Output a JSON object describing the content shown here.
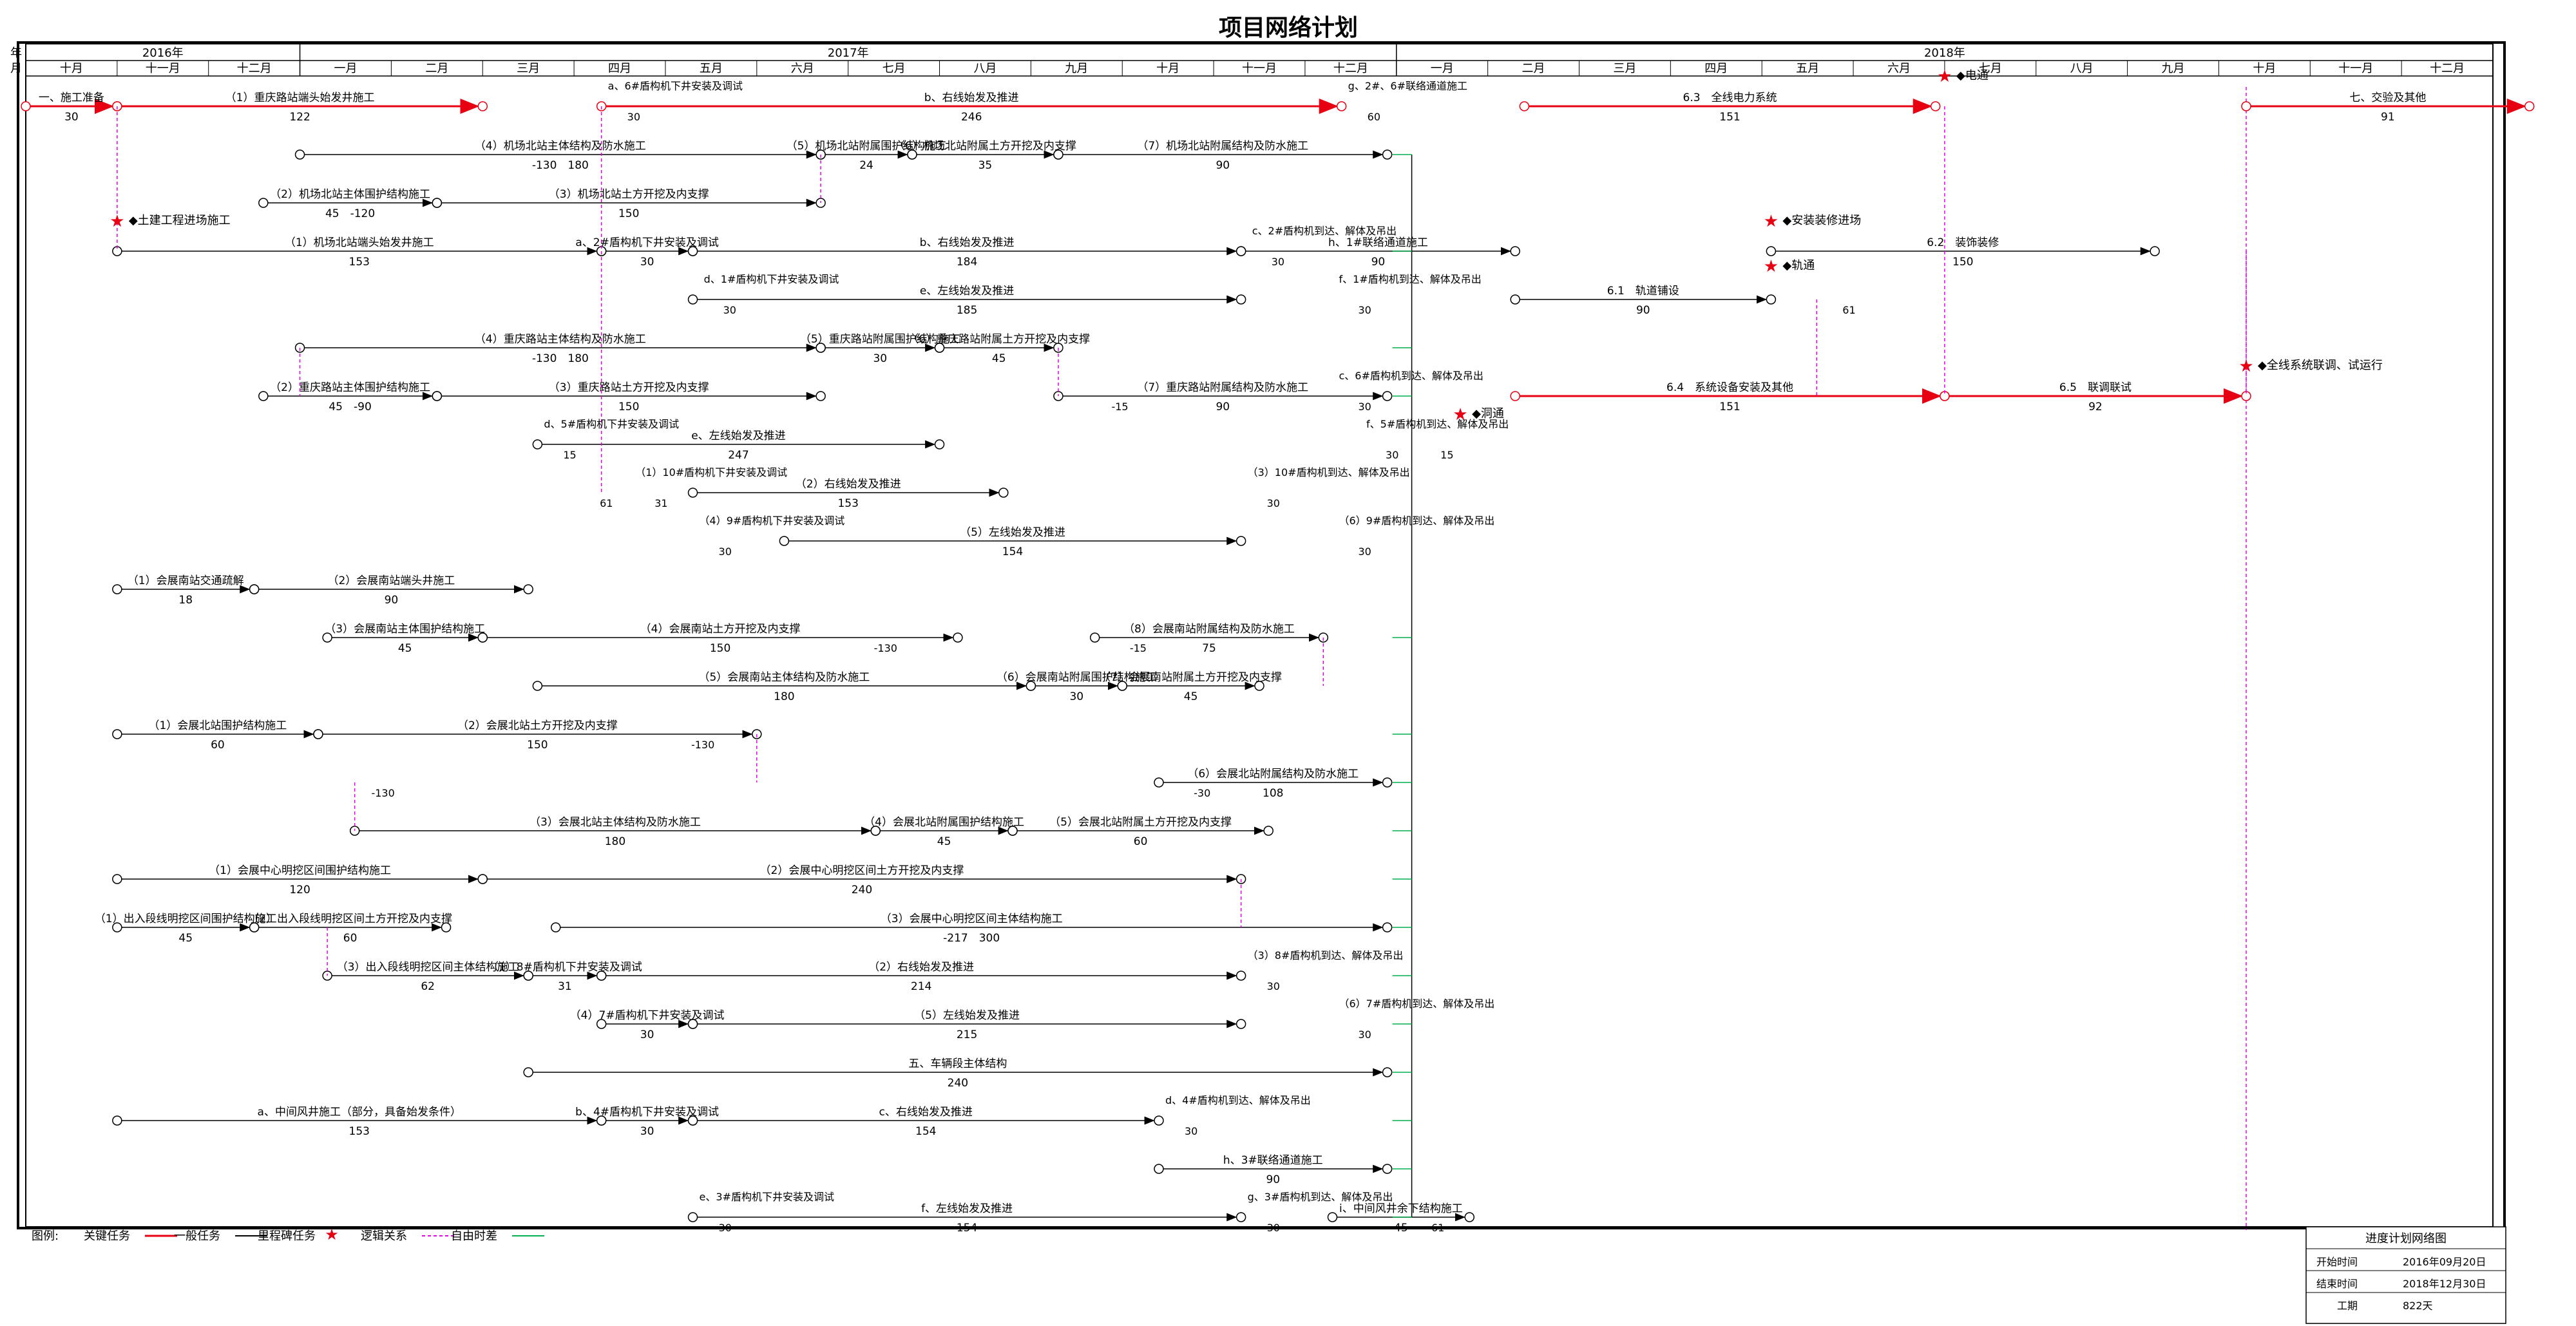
{
  "title": "项目网络计划",
  "timeline": {
    "year_label": "年",
    "month_label": "月",
    "years": [
      {
        "label": "2016年",
        "months": 3
      },
      {
        "label": "2017年",
        "months": 12
      },
      {
        "label": "2018年",
        "months": 12
      }
    ],
    "months": [
      "十月",
      "十一月",
      "十二月",
      "一月",
      "二月",
      "三月",
      "四月",
      "五月",
      "六月",
      "七月",
      "八月",
      "九月",
      "十月",
      "十一月",
      "十二月",
      "一月",
      "二月",
      "三月",
      "四月",
      "五月",
      "六月",
      "七月",
      "八月",
      "九月",
      "十月",
      "十一月",
      "十二月"
    ]
  },
  "colors": {
    "critical": "#e60012",
    "normal": "#000000",
    "logic": "#e600e6",
    "float": "#00b050",
    "border": "#000000"
  },
  "activities": [
    {
      "id": "a01",
      "kind": "critical",
      "row": 1,
      "start": 0.0,
      "end": 1.0,
      "label": "一、施工准备",
      "duration": "30"
    },
    {
      "id": "a02",
      "kind": "critical",
      "row": 1,
      "start": 1.0,
      "end": 5.0,
      "label": "（1）重庆路站端头始发井施工",
      "duration": "122"
    },
    {
      "id": "a03",
      "kind": "critical",
      "row": 1,
      "start": 6.3,
      "end": 14.4,
      "label": "b、右线始发及推进",
      "duration": "246"
    },
    {
      "id": "a04",
      "kind": "critical",
      "row": 1,
      "start": 16.4,
      "end": 20.9,
      "label": "6.3　全线电力系统",
      "duration": "151"
    },
    {
      "id": "a05",
      "kind": "critical",
      "row": 1,
      "start": 24.3,
      "end": 27.4,
      "label": "七、交验及其他",
      "duration": "91"
    },
    {
      "id": "a06",
      "kind": "normal",
      "row": 2,
      "start": 3.0,
      "end": 8.7,
      "label": "（4）机场北站主体结构及防水施工",
      "duration": "-130　180"
    },
    {
      "id": "a07",
      "kind": "normal",
      "row": 2,
      "start": 8.7,
      "end": 9.7,
      "label": "（5）机场北站附属围护结构施工",
      "duration": "24"
    },
    {
      "id": "a08",
      "kind": "normal",
      "row": 2,
      "start": 9.7,
      "end": 11.3,
      "label": "（6）机场北站附属土方开挖及内支撑",
      "duration": "35"
    },
    {
      "id": "a09",
      "kind": "normal",
      "row": 2,
      "start": 11.3,
      "end": 14.9,
      "label": "（7）机场北站附属结构及防水施工",
      "duration": "90"
    },
    {
      "id": "a10",
      "kind": "normal",
      "row": 3,
      "start": 2.6,
      "end": 4.5,
      "label": "（2）机场北站主体围护结构施工",
      "duration": "45　-120"
    },
    {
      "id": "a11",
      "kind": "normal",
      "row": 3,
      "start": 4.5,
      "end": 8.7,
      "label": "（3）机场北站土方开挖及内支撑",
      "duration": "150"
    },
    {
      "id": "a12",
      "kind": "normal",
      "row": 4,
      "start": 1.0,
      "end": 6.3,
      "label": "（1）机场北站端头始发井施工",
      "duration": "153"
    },
    {
      "id": "a13",
      "kind": "normal",
      "row": 4,
      "start": 6.3,
      "end": 7.3,
      "label": "a、2#盾构机下井安装及调试",
      "duration": "30"
    },
    {
      "id": "a14",
      "kind": "normal",
      "row": 4,
      "start": 7.3,
      "end": 13.3,
      "label": "b、右线始发及推进",
      "duration": "184"
    },
    {
      "id": "a15",
      "kind": "normal",
      "row": 4,
      "start": 13.3,
      "end": 16.3,
      "label": "h、1#联络通道施工",
      "duration": "90"
    },
    {
      "id": "a16",
      "kind": "normal",
      "row": 4,
      "start": 19.1,
      "end": 23.3,
      "label": "6.2　装饰装修",
      "duration": "150"
    },
    {
      "id": "a17",
      "kind": "normal",
      "row": 5,
      "start": 7.3,
      "end": 13.3,
      "label": "e、左线始发及推进",
      "duration": "185"
    },
    {
      "id": "a18",
      "kind": "normal",
      "row": 5,
      "start": 16.3,
      "end": 19.1,
      "label": "6.1　轨道铺设",
      "duration": "90"
    },
    {
      "id": "a19",
      "kind": "normal",
      "row": 6,
      "start": 3.0,
      "end": 8.7,
      "label": "（4）重庆路站主体结构及防水施工",
      "duration": "-130　180"
    },
    {
      "id": "a20",
      "kind": "normal",
      "row": 6,
      "start": 8.7,
      "end": 10.0,
      "label": "（5）重庆路站附属围护结构施工",
      "duration": "30"
    },
    {
      "id": "a21",
      "kind": "normal",
      "row": 6,
      "start": 10.0,
      "end": 11.3,
      "label": "（6）重庆路站附属土方开挖及内支撑",
      "duration": "45"
    },
    {
      "id": "a22",
      "kind": "normal",
      "row": 7,
      "start": 2.6,
      "end": 4.5,
      "label": "（2）重庆路站主体围护结构施工",
      "duration": "45　-90"
    },
    {
      "id": "a23",
      "kind": "normal",
      "row": 7,
      "start": 4.5,
      "end": 8.7,
      "label": "（3）重庆路站土方开挖及内支撑",
      "duration": "150"
    },
    {
      "id": "a24",
      "kind": "normal",
      "row": 7,
      "start": 11.3,
      "end": 14.9,
      "label": "（7）重庆路站附属结构及防水施工",
      "duration": "90"
    },
    {
      "id": "a25",
      "kind": "critical",
      "row": 7,
      "start": 16.3,
      "end": 21.0,
      "label": "6.4　系统设备安装及其他",
      "duration": "151"
    },
    {
      "id": "a26",
      "kind": "critical",
      "row": 7,
      "start": 21.0,
      "end": 24.3,
      "label": "6.5　联调联试",
      "duration": "92"
    },
    {
      "id": "a27",
      "kind": "normal",
      "row": 8,
      "start": 5.6,
      "end": 10.0,
      "label": "e、左线始发及推进",
      "duration": "247"
    },
    {
      "id": "a28",
      "kind": "normal",
      "row": 9,
      "start": 7.3,
      "end": 10.7,
      "label": "（2）右线始发及推进",
      "duration": "153"
    },
    {
      "id": "a29",
      "kind": "normal",
      "row": 10,
      "start": 8.3,
      "end": 13.3,
      "label": "（5）左线始发及推进",
      "duration": "154"
    },
    {
      "id": "a30",
      "kind": "normal",
      "row": 11,
      "start": 1.0,
      "end": 2.5,
      "label": "（1）会展南站交通疏解",
      "duration": "18"
    },
    {
      "id": "a31",
      "kind": "normal",
      "row": 11,
      "start": 2.5,
      "end": 5.5,
      "label": "（2）会展南站端头井施工",
      "duration": "90"
    },
    {
      "id": "a32",
      "kind": "normal",
      "row": 12,
      "start": 3.3,
      "end": 5.0,
      "label": "（3）会展南站主体围护结构施工",
      "duration": "45"
    },
    {
      "id": "a33",
      "kind": "normal",
      "row": 12,
      "start": 5.0,
      "end": 10.2,
      "label": "（4）会展南站土方开挖及内支撑",
      "duration": "150"
    },
    {
      "id": "a34",
      "kind": "normal",
      "row": 12,
      "start": 11.7,
      "end": 14.2,
      "label": "（8）会展南站附属结构及防水施工",
      "duration": "75"
    },
    {
      "id": "a35",
      "kind": "normal",
      "row": 13,
      "start": 5.6,
      "end": 11.0,
      "label": "（5）会展南站主体结构及防水施工",
      "duration": "180"
    },
    {
      "id": "a36",
      "kind": "normal",
      "row": 13,
      "start": 11.0,
      "end": 12.0,
      "label": "（6）会展南站附属围护结构施工",
      "duration": "30"
    },
    {
      "id": "a37",
      "kind": "normal",
      "row": 13,
      "start": 12.0,
      "end": 13.5,
      "label": "（7）会展南站附属土方开挖及内支撑",
      "duration": "45"
    },
    {
      "id": "a38",
      "kind": "normal",
      "row": 14,
      "start": 1.0,
      "end": 3.2,
      "label": "（1）会展北站围护结构施工",
      "duration": "60"
    },
    {
      "id": "a39",
      "kind": "normal",
      "row": 14,
      "start": 3.2,
      "end": 8.0,
      "label": "（2）会展北站土方开挖及内支撑",
      "duration": "150"
    },
    {
      "id": "a40",
      "kind": "normal",
      "row": 15,
      "start": 12.4,
      "end": 14.9,
      "label": "（6）会展北站附属结构及防水施工",
      "duration": "108"
    },
    {
      "id": "a41",
      "kind": "normal",
      "row": 16,
      "start": 3.6,
      "end": 9.3,
      "label": "（3）会展北站主体结构及防水施工",
      "duration": "180"
    },
    {
      "id": "a42",
      "kind": "normal",
      "row": 16,
      "start": 9.3,
      "end": 10.8,
      "label": "（4）会展北站附属围护结构施工",
      "duration": "45"
    },
    {
      "id": "a43",
      "kind": "normal",
      "row": 16,
      "start": 10.8,
      "end": 13.6,
      "label": "（5）会展北站附属土方开挖及内支撑",
      "duration": "60"
    },
    {
      "id": "a44",
      "kind": "normal",
      "row": 17,
      "start": 1.0,
      "end": 5.0,
      "label": "（1）会展中心明挖区间围护结构施工",
      "duration": "120"
    },
    {
      "id": "a45",
      "kind": "normal",
      "row": 17,
      "start": 5.0,
      "end": 13.3,
      "label": "（2）会展中心明挖区间土方开挖及内支撑",
      "duration": "240"
    },
    {
      "id": "a46",
      "kind": "normal",
      "row": 18,
      "start": 1.0,
      "end": 2.5,
      "label": "（1）出入段线明挖区间围护结构施工",
      "duration": "45"
    },
    {
      "id": "a47",
      "kind": "normal",
      "row": 18,
      "start": 2.5,
      "end": 4.6,
      "label": "（2）出入段线明挖区间土方开挖及内支撑",
      "duration": "60"
    },
    {
      "id": "a48",
      "kind": "normal",
      "row": 18,
      "start": 5.8,
      "end": 14.9,
      "label": "（3）会展中心明挖区间主体结构施工",
      "duration": "-217　300"
    },
    {
      "id": "a49",
      "kind": "normal",
      "row": 19,
      "start": 3.3,
      "end": 5.5,
      "label": "（3）出入段线明挖区间主体结构施工",
      "duration": "62"
    },
    {
      "id": "a50",
      "kind": "normal",
      "row": 19,
      "start": 5.5,
      "end": 6.3,
      "label": "（1）8#盾构机下井安装及调试",
      "duration": "31"
    },
    {
      "id": "a51",
      "kind": "normal",
      "row": 19,
      "start": 6.3,
      "end": 13.3,
      "label": "（2）右线始发及推进",
      "duration": "214"
    },
    {
      "id": "a52",
      "kind": "normal",
      "row": 20,
      "start": 6.3,
      "end": 7.3,
      "label": "（4）7#盾构机下井安装及调试",
      "duration": "30"
    },
    {
      "id": "a53",
      "kind": "normal",
      "row": 20,
      "start": 7.3,
      "end": 13.3,
      "label": "（5）左线始发及推进",
      "duration": "215"
    },
    {
      "id": "a54",
      "kind": "normal",
      "row": 21,
      "start": 5.5,
      "end": 14.9,
      "label": "五、车辆段主体结构",
      "duration": "240"
    },
    {
      "id": "a55",
      "kind": "normal",
      "row": 22,
      "start": 1.0,
      "end": 6.3,
      "label": "a、中间风井施工（部分，具备始发条件）",
      "duration": "153"
    },
    {
      "id": "a56",
      "kind": "normal",
      "row": 22,
      "start": 6.3,
      "end": 7.3,
      "label": "b、4#盾构机下井安装及调试",
      "duration": "30"
    },
    {
      "id": "a57",
      "kind": "normal",
      "row": 22,
      "start": 7.3,
      "end": 12.4,
      "label": "c、右线始发及推进",
      "duration": "154"
    },
    {
      "id": "a58",
      "kind": "normal",
      "row": 23,
      "start": 12.4,
      "end": 14.9,
      "label": "h、3#联络通道施工",
      "duration": "90"
    },
    {
      "id": "a59",
      "kind": "normal",
      "row": 24,
      "start": 7.3,
      "end": 13.3,
      "label": "f、左线始发及推进",
      "duration": "154"
    },
    {
      "id": "a60",
      "kind": "normal",
      "row": 24,
      "start": 14.3,
      "end": 15.8,
      "label": "i、中间风井余下结构施工",
      "duration": "45"
    }
  ],
  "notes": [
    {
      "row": 4,
      "at": 13.35,
      "label": "c、2#盾构机到达、解体及吊出",
      "duration": "30"
    },
    {
      "row": 5,
      "at": 14.3,
      "label": "f、1#盾构机到达、解体及吊出",
      "duration": "30"
    },
    {
      "row": 5,
      "at": 7.35,
      "label": "d、1#盾构机下井安装及调试",
      "duration": "30"
    },
    {
      "row": 7,
      "at": 14.3,
      "label": "c、6#盾构机到达、解体及吊出",
      "duration": "30"
    },
    {
      "row": 1,
      "at": 14.4,
      "label": "g、2#、6#联络通道施工",
      "duration": "60"
    },
    {
      "row": 8,
      "at": 14.6,
      "label": "f、5#盾构机到达、解体及吊出",
      "duration": "30"
    },
    {
      "row": 1,
      "at": 6.3,
      "label": "a、6#盾构机下井安装及调试",
      "duration": "30"
    },
    {
      "row": 8,
      "at": 5.6,
      "label": "d、5#盾构机下井安装及调试",
      "duration": "15"
    },
    {
      "row": 9,
      "at": 6.6,
      "label": "（1）10#盾构机下井安装及调试",
      "duration": "31"
    },
    {
      "row": 9,
      "at": 13.3,
      "label": "（3）10#盾构机到达、解体及吊出",
      "duration": "30"
    },
    {
      "row": 10,
      "at": 7.3,
      "label": "（4）9#盾构机下井安装及调试",
      "duration": "30"
    },
    {
      "row": 10,
      "at": 14.3,
      "label": "（6）9#盾构机到达、解体及吊出",
      "duration": "30"
    },
    {
      "row": 19,
      "at": 13.3,
      "label": "（3）8#盾构机到达、解体及吊出",
      "duration": "30"
    },
    {
      "row": 20,
      "at": 14.3,
      "label": "（6）7#盾构机到达、解体及吊出",
      "duration": "30"
    },
    {
      "row": 22,
      "at": 12.4,
      "label": "d、4#盾构机到达、解体及吊出",
      "duration": "30"
    },
    {
      "row": 24,
      "at": 7.3,
      "label": "e、3#盾构机下井安装及调试",
      "duration": "30"
    },
    {
      "row": 24,
      "at": 13.3,
      "label": "g、3#盾构机到达、解体及吊出",
      "duration": "30"
    },
    {
      "row": 9,
      "at": 6.0,
      "label": "",
      "duration": "61"
    },
    {
      "row": 5,
      "at": 19.6,
      "label": "",
      "duration": "61"
    },
    {
      "row": 24,
      "at": 15.1,
      "label": "",
      "duration": "61"
    },
    {
      "row": 14,
      "at": 7.0,
      "label": "",
      "duration": "-130"
    },
    {
      "row": 12,
      "at": 9.0,
      "label": "",
      "duration": "-130"
    },
    {
      "row": 15,
      "at": 3.5,
      "label": "",
      "duration": "-130"
    },
    {
      "row": 7,
      "at": 11.6,
      "label": "",
      "duration": "-15"
    },
    {
      "row": 12,
      "at": 11.8,
      "label": "",
      "duration": "-15"
    },
    {
      "row": 15,
      "at": 12.5,
      "label": "",
      "duration": "-30"
    },
    {
      "row": 8,
      "at": 15.2,
      "label": "",
      "duration": "15"
    }
  ],
  "milestones": [
    {
      "row": 4,
      "at": 1.0,
      "label": "◆土建工程进场施工"
    },
    {
      "row": 4,
      "at": 19.1,
      "label": "◆安装装修进场"
    },
    {
      "row": 4,
      "at": 19.1,
      "label": "◆轨通"
    },
    {
      "row": 8,
      "at": 15.7,
      "label": "◆洞通"
    },
    {
      "row": 7,
      "at": 24.3,
      "label": "◆全线系统联调、试运行"
    },
    {
      "row": 1,
      "at": 21.0,
      "label": "◆电通"
    }
  ],
  "legend": {
    "title": "图例:",
    "items": [
      "关键任务",
      "一般任务",
      "里程碑任务",
      "逻辑关系",
      "自由时差"
    ]
  },
  "info_box": {
    "title": "进度计划网络图",
    "rows": [
      {
        "label": "开始时间",
        "value": "2016年09月20日"
      },
      {
        "label": "结束时间",
        "value": "2018年12月30日"
      },
      {
        "label": "工期",
        "value": "822天"
      }
    ]
  }
}
